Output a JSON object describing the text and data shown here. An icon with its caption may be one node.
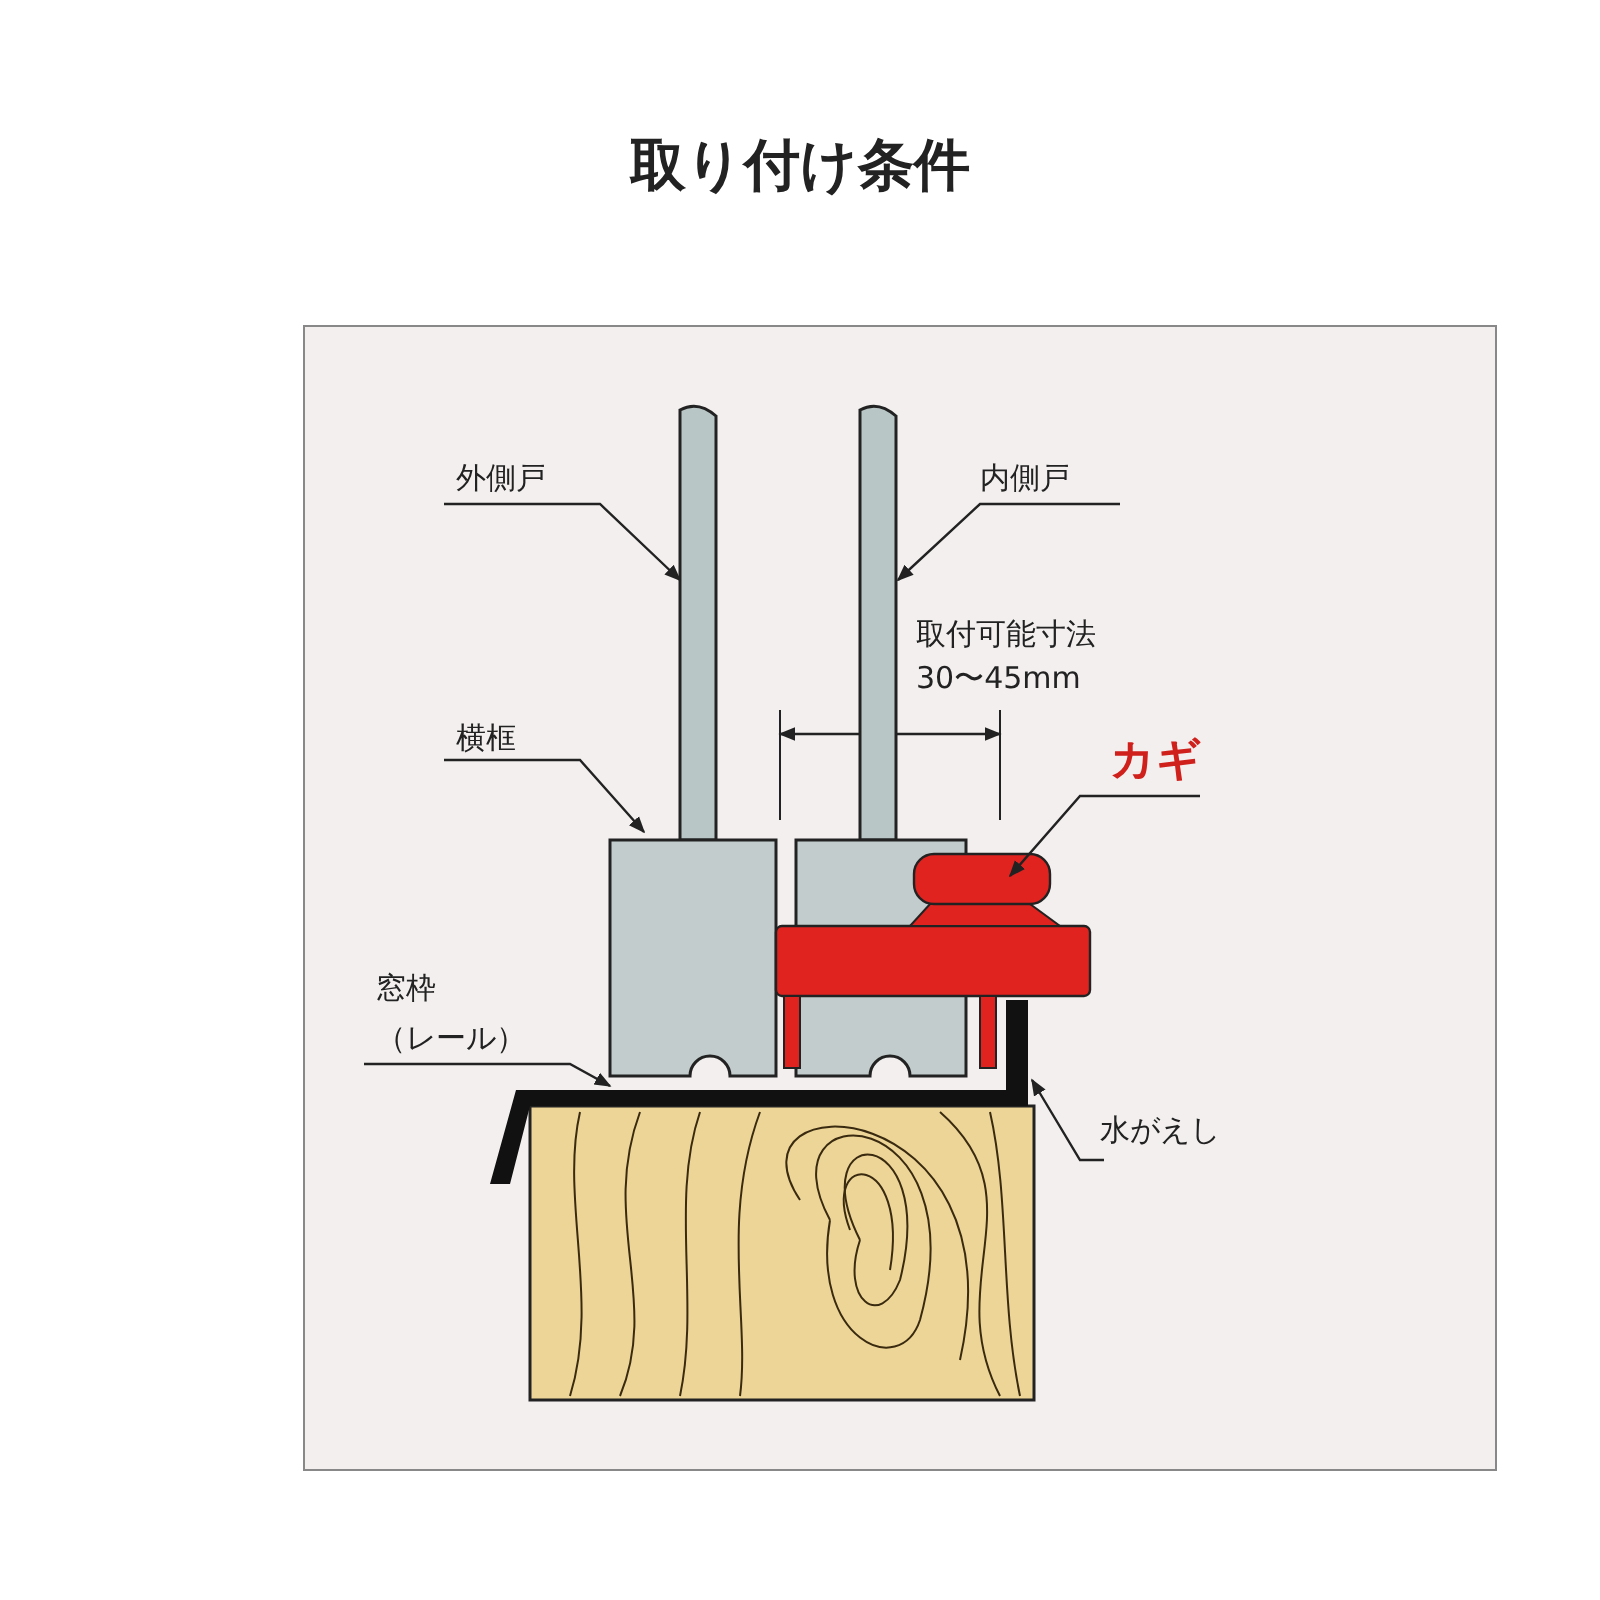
{
  "diagram": {
    "title": "取り付け条件",
    "nodes": [
      {
        "text": [
          "外側戸"
        ]
      },
      {
        "text": [
          "内側戸"
        ]
      },
      {
        "text": [
          "横框"
        ]
      },
      {
        "text": [
          "カギ"
        ]
      },
      {
        "text": [
          "窓枠（レール）"
        ]
      },
      {
        "text": [
          "水がえし"
        ]
      },
      {
        "text": [],
        "shape": "bar"
      },
      {
        "text": [],
        "shape": "bar"
      },
      {
        "text": [],
        "shape": "box"
      },
      {
        "text": [],
        "shape": "picture"
      },
      {
        "text": [],
        "shape": "bar"
      },
      {
        "text": [],
        "shape": "bar"
      }
    ],
    "edges": [
      {
        "from": 0,
        "to": 6,
        "arrow": "to"
      },
      {
        "from": 1,
        "to": 7,
        "arrow": "to"
      },
      {
        "from": 2,
        "to": 8,
        "arrow": "to"
      },
      {
        "from": 3,
        "to": 9,
        "arrow": "to"
      },
      {
        "from": 4,
        "to": 10,
        "arrow": "to"
      },
      {
        "from": 5,
        "to": 11,
        "arrow": "to"
      }
    ],
    "labels": [
      "取付可能寸法 30〜45mm"
    ]
  }
}
